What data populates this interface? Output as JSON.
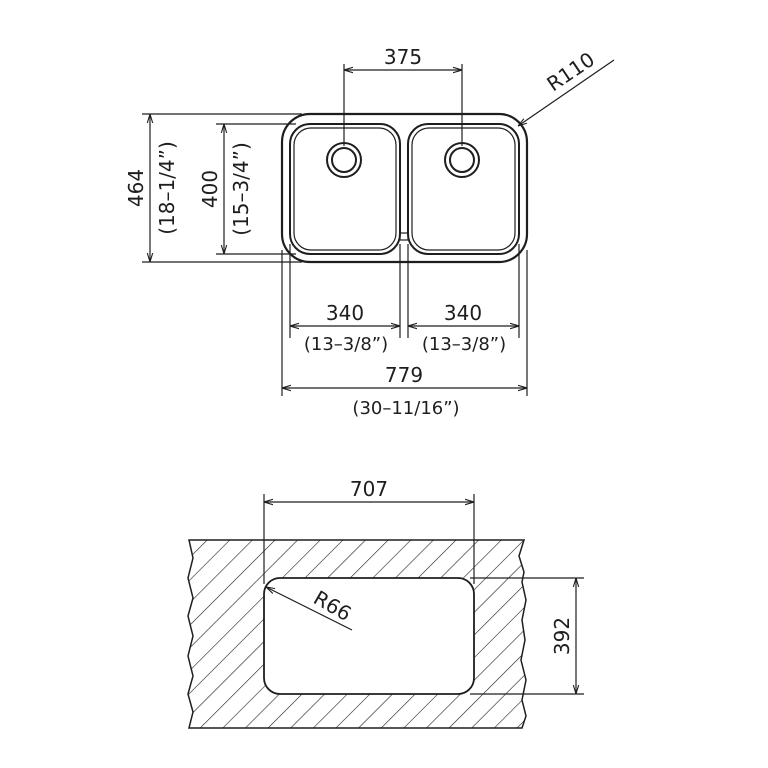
{
  "top_view": {
    "overall_width": "779",
    "overall_width_in": "(30–11/16”)",
    "bowl_left_width": "340",
    "bowl_left_width_in": "(13–3/8”)",
    "bowl_right_width": "340",
    "bowl_right_width_in": "(13–3/8”)",
    "drain_spacing": "375",
    "corner_radius": "R110",
    "overall_depth": "464",
    "overall_depth_in": "(18–1/4”)",
    "bowl_depth": "400",
    "bowl_depth_in": "(15–3/4”)"
  },
  "cutout_view": {
    "cutout_width": "707",
    "cutout_depth": "392",
    "corner_radius": "R66"
  },
  "colors": {
    "ink": "#1e1e1e",
    "background": "#ffffff"
  }
}
